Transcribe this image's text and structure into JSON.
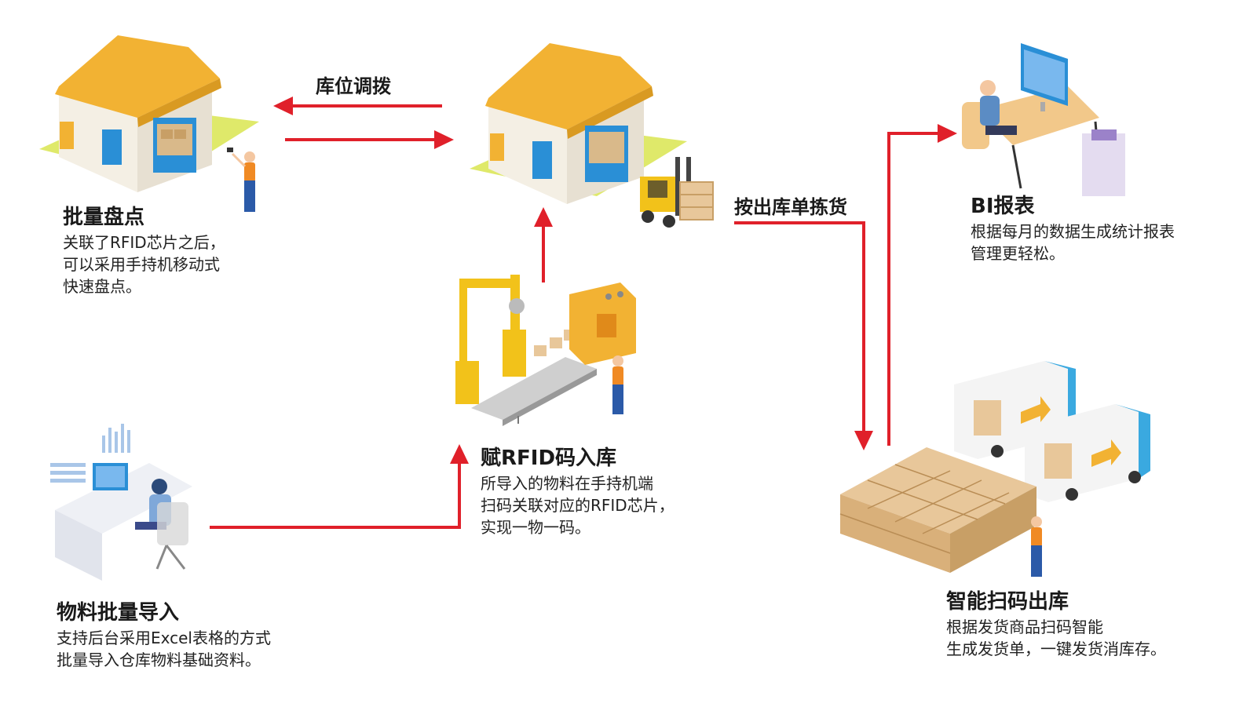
{
  "flow_labels": {
    "transfer": "库位调拨",
    "picking": "按出库单拣货"
  },
  "nodes": {
    "inventory": {
      "title": "批量盘点",
      "desc": [
        "关联了RFID芯片之后，",
        "可以采用手持机移动式",
        "快速盘点。"
      ]
    },
    "import": {
      "title": "物料批量导入",
      "desc": [
        "支持后台采用Excel表格的方式",
        "批量导入仓库物料基础资料。"
      ]
    },
    "rfid_inbound": {
      "title": "赋RFID码入库",
      "desc": [
        "所导入的物料在手持机端",
        "扫码关联对应的RFID芯片，",
        "实现一物一码。"
      ]
    },
    "bi_report": {
      "title": "BI报表",
      "desc": [
        "根据每月的数据生成统计报表",
        "管理更轻松。"
      ]
    },
    "smart_outbound": {
      "title": "智能扫码出库",
      "desc": [
        "根据发货商品扫码智能",
        "生成发货单，一键发货消库存。"
      ]
    }
  },
  "colors": {
    "arrow": "#e0202a",
    "roof": "#f2b233",
    "wall": "#f4efe4",
    "accent_blue": "#2a8fd6",
    "ground": "#dfe96a"
  },
  "illustrations": [
    "warehouse-left",
    "warehouse-center",
    "forklift",
    "office-worker",
    "assembly-line",
    "bi-desk",
    "pallets-trucks"
  ]
}
